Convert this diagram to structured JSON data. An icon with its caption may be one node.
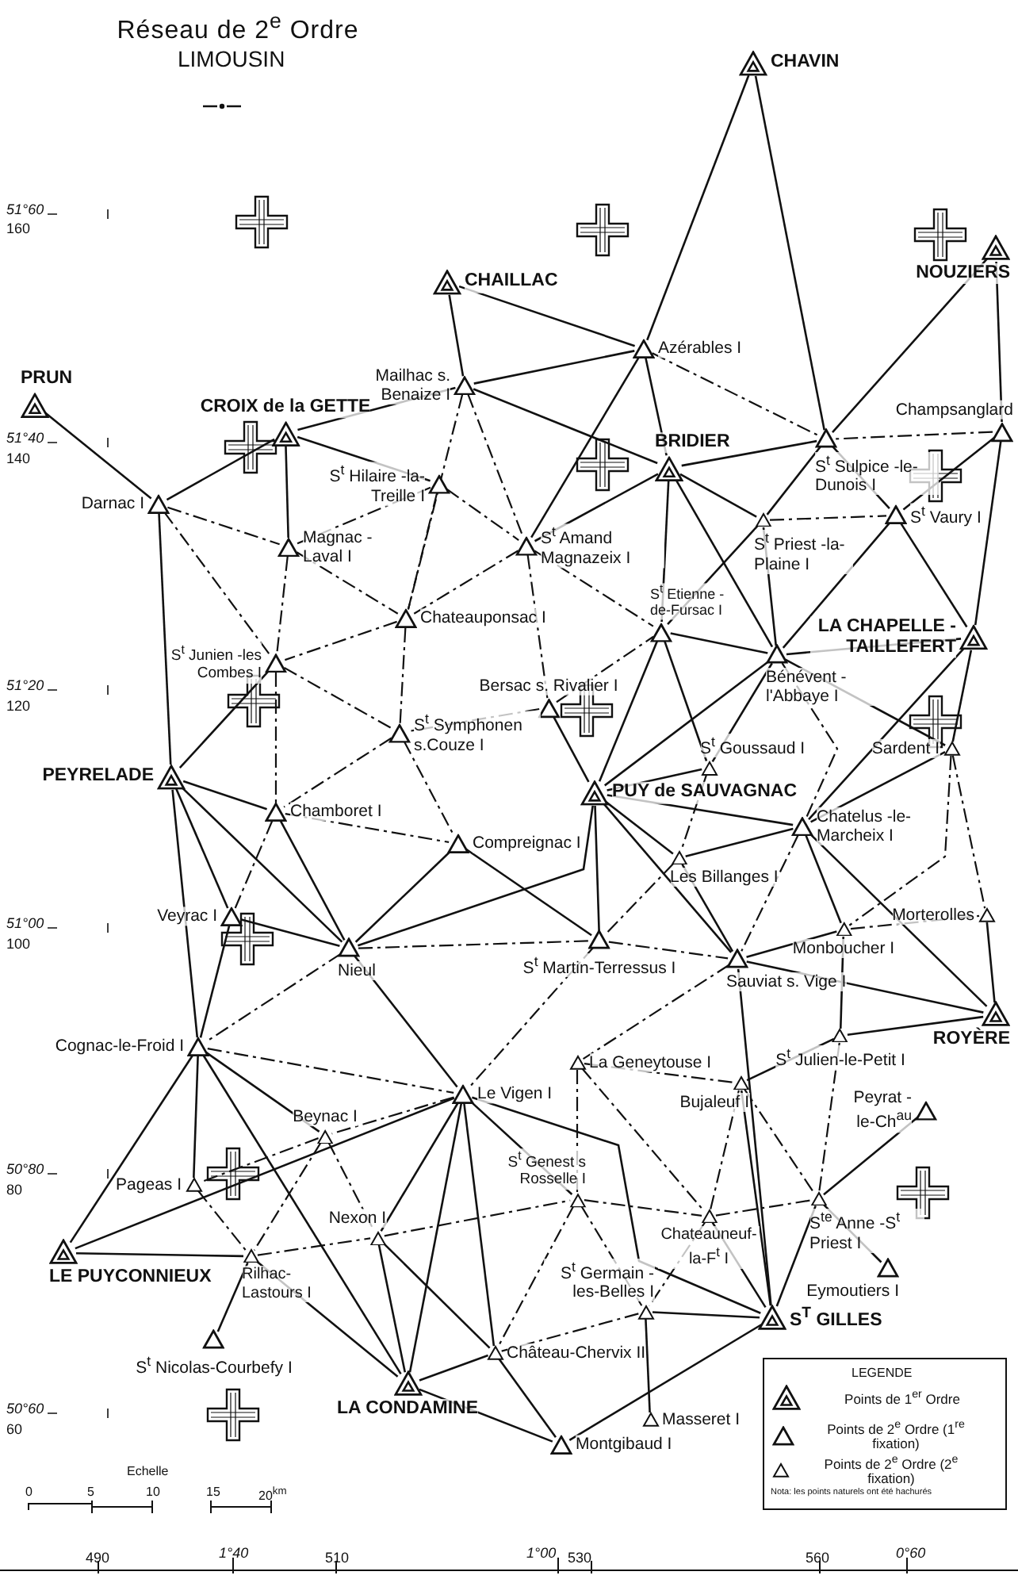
{
  "diagram": {
    "title": "Réseau de 2$^{e}$ Ordre",
    "nodes": [
      {
        "text": [
          "CHAVIN"
        ]
      },
      {
        "text": [
          "CHAILLAC"
        ]
      },
      {
        "text": [
          "NOUZIERS"
        ]
      },
      {
        "text": [
          "PRUN"
        ]
      },
      {
        "text": [
          "Mailhac s. Benaize I"
        ]
      },
      {
        "text": [
          "Azérables I"
        ]
      },
      {
        "text": [
          "CROIX de la GETTE"
        ]
      },
      {
        "text": [
          "Champsanglard"
        ]
      },
      {
        "text": [
          "BRIDIER"
        ]
      },
      {
        "text": [
          "S$^{t}$ Sulpice -le-Dunois I"
        ]
      },
      {
        "text": [
          "S$^{t}$ Hilaire -la-Treille I"
        ]
      },
      {
        "text": [
          "Darnac I"
        ]
      },
      {
        "text": [
          "S$^{t}$ Vaury I"
        ]
      },
      {
        "text": [
          "S$^{t}$ Priest -la-Plaine I"
        ]
      },
      {
        "text": [
          "Magnac -Laval I"
        ]
      },
      {
        "text": [
          "S$^{t}$ Amand Magnazeix I"
        ]
      },
      {
        "text": [
          "Chateauponsac I"
        ]
      },
      {
        "text": [
          "S$^{t}$ Etienne -de-Fursac I"
        ]
      },
      {
        "text": [
          "LA CHAPELLE -TAILLEFERT"
        ]
      },
      {
        "text": [
          "Bénévent -l'Abbaye I"
        ]
      },
      {
        "text": [
          "S$^{t}$ Junien -les Combes I"
        ]
      },
      {
        "text": [
          "Bersac s. Rivalier I"
        ]
      },
      {
        "text": [
          "S$^{t}$ Goussaud I"
        ]
      },
      {
        "text": [
          "Sardent I"
        ]
      },
      {
        "text": [
          "S$^{t}$ Symphonen s.Couze I"
        ]
      },
      {
        "text": [
          "PEYRELADE"
        ]
      },
      {
        "text": [
          "PUY de SAUVAGNAC"
        ]
      },
      {
        "text": [
          "Chamboret I"
        ]
      },
      {
        "text": [
          "Compreignac I"
        ]
      },
      {
        "text": [
          "Chatelus -le-Marcheix I"
        ]
      },
      {
        "text": [
          "Les Billanges I"
        ]
      },
      {
        "text": [
          "Morterolles"
        ]
      },
      {
        "text": [
          "Veyrac I"
        ]
      },
      {
        "text": [
          "Nieul"
        ]
      },
      {
        "text": [
          "Monboucher I"
        ]
      },
      {
        "text": [
          "S$^{t}$ Martin-Terressus I"
        ]
      },
      {
        "text": [
          "Sauviat s. Vige I"
        ]
      },
      {
        "text": [
          "ROYÈRE"
        ]
      },
      {
        "text": [
          "Cognac-le-Froid I"
        ]
      },
      {
        "text": [
          "La Geneytouse I"
        ]
      },
      {
        "text": [
          "S$^{t}$ Julien-le-Petit I"
        ]
      },
      {
        "text": [
          "Le Vigen I"
        ]
      },
      {
        "text": [
          "Bujaleuf I"
        ]
      },
      {
        "text": [
          "Beynac I"
        ]
      },
      {
        "text": [
          "Peyrat -le-Ch$^{au}$"
        ]
      },
      {
        "text": [
          "Pageas I"
        ]
      },
      {
        "text": [
          "S$^{t}$ Genest s Rosselle I"
        ]
      },
      {
        "text": [
          "Nexon I"
        ]
      },
      {
        "text": [
          "Chateauneuf-la-F$^{t}$ I"
        ]
      },
      {
        "text": [
          "S$^{te}$ Anne -S$^{t}$ Priest I"
        ]
      },
      {
        "text": [
          "LE PUYCONNIEUX"
        ]
      },
      {
        "text": [
          "Rilhac-Lastours I"
        ]
      },
      {
        "text": [
          "Eymoutiers I"
        ]
      },
      {
        "text": [
          "S$^{t}$ Germain -les-Belles I"
        ]
      },
      {
        "text": [
          "S$^{T}$ GILLES"
        ]
      },
      {
        "text": [
          "S$^{t}$ Nicolas-Courbefy I"
        ]
      },
      {
        "text": [
          "Château-Chervix II"
        ]
      },
      {
        "text": [
          "LA CONDAMINE"
        ]
      },
      {
        "text": [
          "Masseret I"
        ]
      },
      {
        "text": [
          "Montgibaud I"
        ]
      }
    ],
    "edges": [
      {
        "from": 0,
        "to": 5,
        "arrow": "none"
      },
      {
        "from": 0,
        "to": 9,
        "arrow": "none"
      },
      {
        "from": 1,
        "to": 4,
        "arrow": "none"
      },
      {
        "from": 1,
        "to": 5,
        "arrow": "none"
      },
      {
        "from": 2,
        "to": 9,
        "arrow": "none"
      },
      {
        "from": 2,
        "to": 7,
        "arrow": "none"
      },
      {
        "from": 3,
        "to": 11,
        "arrow": "none"
      },
      {
        "from": 4,
        "to": 6,
        "arrow": "none"
      },
      {
        "from": 4,
        "to": 5,
        "arrow": "none"
      },
      {
        "from": 4,
        "to": 8,
        "arrow": "none"
      },
      {
        "from": 6,
        "to": 11,
        "arrow": "none"
      },
      {
        "from": 6,
        "to": 10,
        "arrow": "none"
      },
      {
        "from": 6,
        "to": 14,
        "arrow": "none"
      },
      {
        "from": 5,
        "to": 8,
        "arrow": "none"
      },
      {
        "from": 5,
        "to": 15,
        "arrow": "none"
      },
      {
        "from": 8,
        "to": 9,
        "arrow": "none"
      },
      {
        "from": 8,
        "to": 15,
        "arrow": "none"
      },
      {
        "from": 8,
        "to": 13,
        "arrow": "none"
      },
      {
        "from": 8,
        "to": 17,
        "arrow": "none"
      },
      {
        "from": 8,
        "to": 19,
        "arrow": "none"
      },
      {
        "from": 9,
        "to": 13,
        "arrow": "none"
      },
      {
        "from": 9,
        "to": 12,
        "arrow": "none"
      },
      {
        "from": 7,
        "to": 12,
        "arrow": "none"
      },
      {
        "from": 7,
        "to": 18,
        "arrow": "none"
      },
      {
        "from": 12,
        "to": 18,
        "arrow": "none"
      },
      {
        "from": 13,
        "to": 17,
        "arrow": "none"
      },
      {
        "from": 13,
        "to": 19,
        "arrow": "none"
      },
      {
        "from": 12,
        "to": 19,
        "arrow": "none"
      },
      {
        "from": 17,
        "to": 19,
        "arrow": "none"
      },
      {
        "from": 19,
        "to": 18,
        "arrow": "none"
      },
      {
        "from": 11,
        "to": 25,
        "arrow": "none"
      },
      {
        "from": 17,
        "to": 26,
        "arrow": "none"
      },
      {
        "from": 17,
        "to": 22,
        "arrow": "none"
      },
      {
        "from": 19,
        "to": 26,
        "arrow": "none"
      },
      {
        "from": 19,
        "to": 22,
        "arrow": "none"
      },
      {
        "from": 19,
        "to": 23,
        "arrow": "none"
      },
      {
        "from": 18,
        "to": 23,
        "arrow": "none"
      },
      {
        "from": 18,
        "to": 29,
        "arrow": "none"
      },
      {
        "from": 23,
        "to": 29,
        "arrow": "none"
      },
      {
        "from": 21,
        "to": 26,
        "arrow": "none"
      },
      {
        "from": 20,
        "to": 25,
        "arrow": "none"
      },
      {
        "from": 25,
        "to": 27,
        "arrow": "none"
      },
      {
        "from": 25,
        "to": 32,
        "arrow": "none"
      },
      {
        "from": 25,
        "to": 33,
        "arrow": "none"
      },
      {
        "from": 25,
        "to": 38,
        "arrow": "none"
      },
      {
        "from": 27,
        "to": 33,
        "arrow": "none"
      },
      {
        "from": 32,
        "to": 33,
        "arrow": "none"
      },
      {
        "from": 32,
        "to": 38,
        "arrow": "none"
      },
      {
        "from": 28,
        "to": 33,
        "arrow": "none"
      },
      {
        "from": 26,
        "to": 33,
        "arrow": "none"
      },
      {
        "from": 26,
        "to": 29,
        "arrow": "none"
      },
      {
        "from": 26,
        "to": 35,
        "arrow": "none"
      },
      {
        "from": 26,
        "to": 36,
        "arrow": "none"
      },
      {
        "from": 26,
        "to": 30,
        "arrow": "none"
      },
      {
        "from": 22,
        "to": 26,
        "arrow": "none"
      },
      {
        "from": 28,
        "to": 35,
        "arrow": "none"
      },
      {
        "from": 30,
        "to": 29,
        "arrow": "none"
      },
      {
        "from": 30,
        "to": 36,
        "arrow": "none"
      },
      {
        "from": 29,
        "to": 34,
        "arrow": "none"
      },
      {
        "from": 29,
        "to": 37,
        "arrow": "none"
      },
      {
        "from": 34,
        "to": 40,
        "arrow": "none"
      },
      {
        "from": 36,
        "to": 34,
        "arrow": "none"
      },
      {
        "from": 36,
        "to": 37,
        "arrow": "none"
      },
      {
        "from": 40,
        "to": 37,
        "arrow": "none"
      },
      {
        "from": 36,
        "to": 54,
        "arrow": "none"
      },
      {
        "from": 31,
        "to": 37,
        "arrow": "none"
      },
      {
        "from": 33,
        "to": 41,
        "arrow": "none"
      },
      {
        "from": 38,
        "to": 50,
        "arrow": "none"
      },
      {
        "from": 38,
        "to": 45,
        "arrow": "none"
      },
      {
        "from": 38,
        "to": 43,
        "arrow": "none"
      },
      {
        "from": 38,
        "to": 57,
        "arrow": "none"
      },
      {
        "from": 41,
        "to": 50,
        "arrow": "none"
      },
      {
        "from": 41,
        "to": 47,
        "arrow": "none"
      },
      {
        "from": 41,
        "to": 57,
        "arrow": "none"
      },
      {
        "from": 41,
        "to": 46,
        "arrow": "none"
      },
      {
        "from": 41,
        "to": 56,
        "arrow": "none"
      },
      {
        "from": 41,
        "to": 54,
        "arrow": "none"
      },
      {
        "from": 50,
        "to": 51,
        "arrow": "none"
      },
      {
        "from": 51,
        "to": 55,
        "arrow": "none"
      },
      {
        "from": 51,
        "to": 57,
        "arrow": "none"
      },
      {
        "from": 47,
        "to": 57,
        "arrow": "none"
      },
      {
        "from": 57,
        "to": 56,
        "arrow": "none"
      },
      {
        "from": 57,
        "to": 59,
        "arrow": "none"
      },
      {
        "from": 56,
        "to": 59,
        "arrow": "none"
      },
      {
        "from": 59,
        "to": 54,
        "arrow": "none"
      },
      {
        "from": 53,
        "to": 54,
        "arrow": "none"
      },
      {
        "from": 53,
        "to": 58,
        "arrow": "none"
      },
      {
        "from": 48,
        "to": 54,
        "arrow": "none"
      },
      {
        "from": 42,
        "to": 54,
        "arrow": "none"
      },
      {
        "from": 49,
        "to": 54,
        "arrow": "none"
      },
      {
        "from": 49,
        "to": 44,
        "arrow": "none"
      },
      {
        "from": 49,
        "to": 52,
        "arrow": "none"
      },
      {
        "from": 42,
        "to": 40,
        "arrow": "none"
      },
      {
        "from": 47,
        "to": 56,
        "arrow": "none"
      },
      {
        "from": 5,
        "to": 9,
        "arrow": "none",
        "style": "dashed"
      },
      {
        "from": 7,
        "to": 9,
        "arrow": "none",
        "style": "dashed"
      },
      {
        "from": 13,
        "to": 12,
        "arrow": "none",
        "style": "dashed"
      },
      {
        "from": 4,
        "to": 15,
        "arrow": "none",
        "style": "dashed"
      },
      {
        "from": 4,
        "to": 16,
        "arrow": "none",
        "style": "dashed"
      },
      {
        "from": 11,
        "to": 14,
        "arrow": "none",
        "style": "dashed"
      },
      {
        "from": 11,
        "to": 20,
        "arrow": "none",
        "style": "dashed"
      },
      {
        "from": 10,
        "to": 14,
        "arrow": "none",
        "style": "dashed"
      },
      {
        "from": 10,
        "to": 15,
        "arrow": "none",
        "style": "dashed"
      },
      {
        "from": 10,
        "to": 16,
        "arrow": "none",
        "style": "dashed"
      },
      {
        "from": 14,
        "to": 16,
        "arrow": "none",
        "style": "dashed"
      },
      {
        "from": 14,
        "to": 20,
        "arrow": "none",
        "style": "dashed"
      },
      {
        "from": 15,
        "to": 16,
        "arrow": "none",
        "style": "dashed"
      },
      {
        "from": 15,
        "to": 21,
        "arrow": "none",
        "style": "dashed"
      },
      {
        "from": 15,
        "to": 17,
        "arrow": "none",
        "style": "dashed"
      },
      {
        "from": 16,
        "to": 20,
        "arrow": "none",
        "style": "dashed"
      },
      {
        "from": 16,
        "to": 24,
        "arrow": "none",
        "style": "dashed"
      },
      {
        "from": 20,
        "to": 24,
        "arrow": "none",
        "style": "dashed"
      },
      {
        "from": 20,
        "to": 27,
        "arrow": "none",
        "style": "dashed"
      },
      {
        "from": 21,
        "to": 17,
        "arrow": "none",
        "style": "dashed"
      },
      {
        "from": 21,
        "to": 24,
        "arrow": "none",
        "style": "dashed"
      },
      {
        "from": 24,
        "to": 27,
        "arrow": "none",
        "style": "dashed"
      },
      {
        "from": 24,
        "to": 28,
        "arrow": "none",
        "style": "dashed"
      },
      {
        "from": 27,
        "to": 28,
        "arrow": "none",
        "style": "dashed"
      },
      {
        "from": 27,
        "to": 32,
        "arrow": "none",
        "style": "dashed"
      },
      {
        "from": 19,
        "to": 29,
        "arrow": "none",
        "style": "dashed"
      },
      {
        "from": 23,
        "to": 31,
        "arrow": "none",
        "style": "dashed"
      },
      {
        "from": 23,
        "to": 34,
        "arrow": "none",
        "style": "dashed"
      },
      {
        "from": 33,
        "to": 35,
        "arrow": "none",
        "style": "dashed"
      },
      {
        "from": 33,
        "to": 38,
        "arrow": "none",
        "style": "dashed"
      },
      {
        "from": 35,
        "to": 36,
        "arrow": "none",
        "style": "dashed"
      },
      {
        "from": 22,
        "to": 30,
        "arrow": "none",
        "style": "dashed"
      },
      {
        "from": 30,
        "to": 35,
        "arrow": "none",
        "style": "dashed"
      },
      {
        "from": 29,
        "to": 36,
        "arrow": "none",
        "style": "dashed"
      },
      {
        "from": 34,
        "to": 31,
        "arrow": "none",
        "style": "dashed"
      },
      {
        "from": 38,
        "to": 41,
        "arrow": "none",
        "style": "dashed"
      },
      {
        "from": 35,
        "to": 41,
        "arrow": "none",
        "style": "dashed"
      },
      {
        "from": 36,
        "to": 39,
        "arrow": "none",
        "style": "dashed"
      },
      {
        "from": 39,
        "to": 42,
        "arrow": "none",
        "style": "dashed"
      },
      {
        "from": 39,
        "to": 46,
        "arrow": "none",
        "style": "dashed"
      },
      {
        "from": 39,
        "to": 48,
        "arrow": "none",
        "style": "dashed"
      },
      {
        "from": 42,
        "to": 48,
        "arrow": "none",
        "style": "dashed"
      },
      {
        "from": 42,
        "to": 49,
        "arrow": "none",
        "style": "dashed"
      },
      {
        "from": 40,
        "to": 49,
        "arrow": "none",
        "style": "dashed"
      },
      {
        "from": 46,
        "to": 48,
        "arrow": "none",
        "style": "dashed"
      },
      {
        "from": 48,
        "to": 49,
        "arrow": "none",
        "style": "dashed"
      },
      {
        "from": 46,
        "to": 56,
        "arrow": "none",
        "style": "dashed"
      },
      {
        "from": 46,
        "to": 53,
        "arrow": "none",
        "style": "dashed"
      },
      {
        "from": 48,
        "to": 53,
        "arrow": "none",
        "style": "dashed"
      },
      {
        "from": 53,
        "to": 56,
        "arrow": "none",
        "style": "dashed"
      },
      {
        "from": 43,
        "to": 45,
        "arrow": "none",
        "style": "dashed"
      },
      {
        "from": 43,
        "to": 47,
        "arrow": "none",
        "style": "dashed"
      },
      {
        "from": 43,
        "to": 51,
        "arrow": "none",
        "style": "dashed"
      },
      {
        "from": 41,
        "to": 43,
        "arrow": "none",
        "style": "dashed"
      },
      {
        "from": 45,
        "to": 51,
        "arrow": "none",
        "style": "dashed"
      },
      {
        "from": 51,
        "to": 47,
        "arrow": "none",
        "style": "dashed"
      },
      {
        "from": 47,
        "to": 46,
        "arrow": "none",
        "style": "dashed"
      }
    ],
    "labels": [
      "LIMOUSIN",
      "51°60",
      "160",
      "51°40",
      "140",
      "51°20",
      "120",
      "51°00",
      "100",
      "50°80",
      "80",
      "50°60",
      "60",
      "Echelle",
      "0",
      "5",
      "10",
      "15",
      "20$^{km}$",
      "LEGENDE",
      "Nota: les points naturels ont été hachurés",
      "490",
      "1°40",
      "510",
      "1°00",
      "530",
      "560",
      "0°60"
    ],
    "legend": [
      {
        "text": "Points de 1$^{er}$ Ordre"
      },
      {
        "text": "Points de 2$^{e}$ Ordre (1$^{re}$ fixation)"
      },
      {
        "text": "Points de 2$^{e}$ Ordre (2$^{e}$ fixation)"
      }
    ]
  }
}
